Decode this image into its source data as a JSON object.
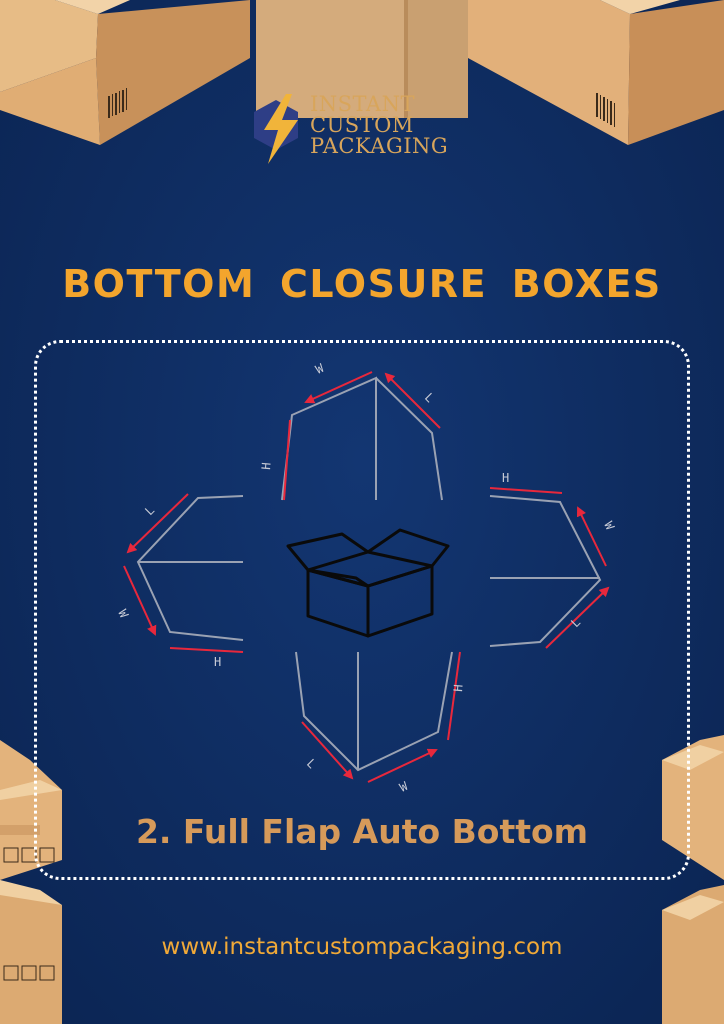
{
  "brand": {
    "line1": "INSTANT",
    "line2": "CUSTOM",
    "line3": "PACKAGING",
    "logo_icon": "lightning-bolt-hexagon-icon"
  },
  "title": "BOTTOM CLOSURE BOXES",
  "subtitle": "2. Full Flap Auto Bottom",
  "website": "www.instantcustompackaging.com",
  "diagram": {
    "labels": {
      "length": "L",
      "width": "W",
      "height": "H"
    },
    "center_icon": "open-box-icon"
  },
  "colors": {
    "background": "#0e2b5e",
    "title": "#f3a52d",
    "subtitle": "#d69a5a",
    "website": "#f0a938",
    "brand": "#d8a55b",
    "arrow": "#e8283c",
    "cardboard": "#e0b07a"
  }
}
